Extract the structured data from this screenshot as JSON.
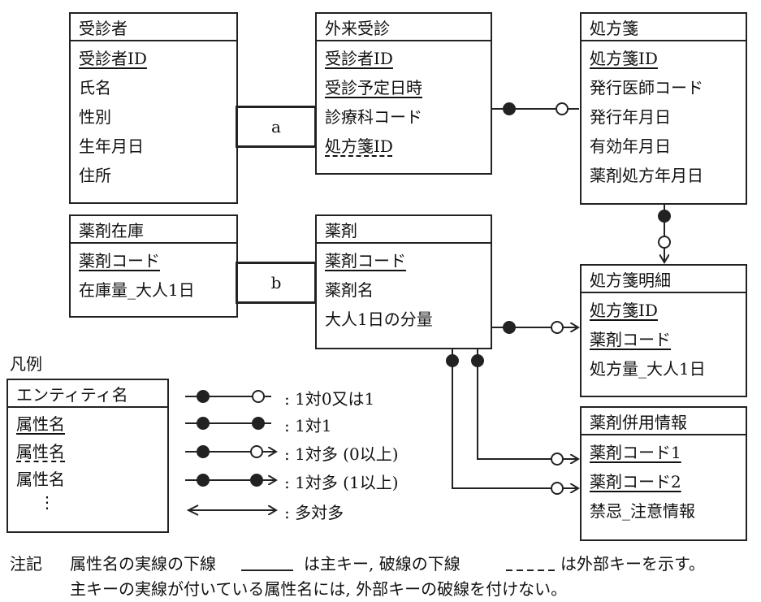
{
  "entities": {
    "patient": {
      "name": "受診者",
      "attrs": [
        "受診者ID",
        "氏名",
        "性別",
        "生年月日",
        "住所"
      ]
    },
    "outpatient": {
      "name": "外来受診",
      "attrs": [
        "受診者ID",
        "受診予定日時",
        "診療科コード",
        "処方箋ID"
      ]
    },
    "prescription": {
      "name": "処方箋",
      "attrs": [
        "処方箋ID",
        "発行医師コード",
        "発行年月日",
        "有効年月日",
        "薬剤処方年月日"
      ]
    },
    "drug_stock": {
      "name": "薬剤在庫",
      "attrs": [
        "薬剤コード",
        "在庫量_大人1日"
      ]
    },
    "drug": {
      "name": "薬剤",
      "attrs": [
        "薬剤コード",
        "薬剤名",
        "大人1日の分量"
      ]
    },
    "prescription_detail": {
      "name": "処方箋明細",
      "attrs": [
        "処方箋ID",
        "薬剤コード",
        "処方量_大人1日"
      ]
    },
    "drug_interaction": {
      "name": "薬剤併用情報",
      "attrs": [
        "薬剤コード1",
        "薬剤コード2",
        "禁忌_注意情報"
      ]
    }
  },
  "relations": {
    "a": "a",
    "b": "b"
  },
  "legend": {
    "title": "凡例",
    "entity_name": "エンティティ名",
    "attrs": [
      "属性名",
      "属性名",
      "属性名",
      "⋮"
    ],
    "items": [
      ": 1対0又は1",
      ": 1対1",
      ": 1対多 (0以上)",
      ": 1対多 (1以上)",
      ": 多対多"
    ]
  },
  "note": {
    "label": "注記",
    "line1_a": "属性名の実線の下線",
    "line1_b": "は主キー, 破線の下線",
    "line1_c": "は外部キーを示す。",
    "line2": "主キーの実線が付いている属性名には, 外部キーの破線を付けない。"
  }
}
